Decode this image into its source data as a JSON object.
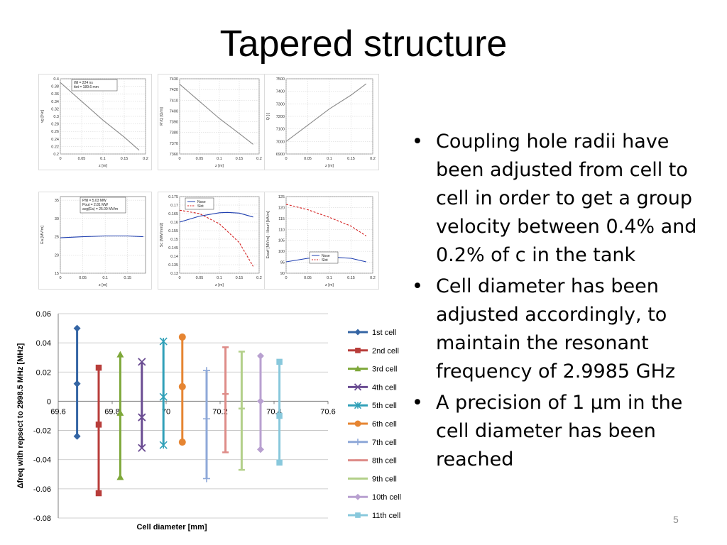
{
  "slide": {
    "title": "Tapered structure",
    "page_number": "5",
    "bullets": [
      "Coupling hole radii have been adjusted from cell to cell in order to get a group velocity between 0.4% and 0.2% of c in the tank",
      "Cell diameter has been adjusted accordingly, to maintain the resonant frequency of 2.9985 GHz",
      "A precision of 1 µm in the cell diameter has been reached"
    ],
    "bullet_glyph": "•"
  },
  "colors": {
    "mini_line": "#8a8a8a",
    "nose": "#1f3fb0",
    "slot": "#d42020",
    "grid": "#cfcfcf"
  },
  "chart_data": [
    {
      "type": "line",
      "id": "mini-1",
      "xlabel": "z [m]",
      "ylabel": "vg [%c]",
      "xlim": [
        0,
        0.2
      ],
      "ylim": [
        0.2,
        0.4
      ],
      "xticks": [
        "0",
        "0.05",
        "0.1",
        "0.15",
        "0.2"
      ],
      "yticks": [
        "0.2",
        "0.22",
        "0.24",
        "0.26",
        "0.28",
        "0.3",
        "0.32",
        "0.34",
        "0.36",
        "0.38",
        "0.4"
      ],
      "annotation": [
        "tfill = 224 ns",
        "ttot = 189.6 mm"
      ],
      "series": [
        {
          "x": [
            0,
            0.05,
            0.1,
            0.15,
            0.185
          ],
          "y": [
            0.39,
            0.34,
            0.29,
            0.245,
            0.21
          ]
        }
      ]
    },
    {
      "type": "line",
      "id": "mini-2",
      "xlabel": "z [m]",
      "ylabel": "R'/Q [Ω/m]",
      "xlim": [
        0,
        0.2
      ],
      "ylim": [
        7360,
        7430
      ],
      "xticks": [
        "0",
        "0.05",
        "0.1",
        "0.15",
        "0.2"
      ],
      "yticks": [
        "7360",
        "7370",
        "7380",
        "7390",
        "7400",
        "7410",
        "7420",
        "7430"
      ],
      "series": [
        {
          "x": [
            0,
            0.05,
            0.1,
            0.15,
            0.185
          ],
          "y": [
            7425,
            7409,
            7393,
            7379,
            7369
          ]
        }
      ]
    },
    {
      "type": "line",
      "id": "mini-3",
      "xlabel": "z [m]",
      "ylabel": "Q [-]",
      "xlim": [
        0,
        0.2
      ],
      "ylim": [
        6900,
        7500
      ],
      "xticks": [
        "0",
        "0.05",
        "0.1",
        "0.15",
        "0.2"
      ],
      "yticks": [
        "6900",
        "7000",
        "7100",
        "7200",
        "7300",
        "7400",
        "7500"
      ],
      "series": [
        {
          "x": [
            0,
            0.05,
            0.1,
            0.15,
            0.185
          ],
          "y": [
            7000,
            7130,
            7260,
            7370,
            7460
          ]
        }
      ]
    },
    {
      "type": "line",
      "id": "mini-4",
      "xlabel": "z [m]",
      "ylabel": "Ea [MV/m]",
      "xlim": [
        0,
        0.19
      ],
      "ylim": [
        15,
        36
      ],
      "xticks": [
        "0",
        "0.05",
        "0.1",
        "0.15"
      ],
      "yticks": [
        "15",
        "20",
        "25",
        "30",
        "35"
      ],
      "annotation": [
        "Pfill = 5.03 MW",
        "Pout = 2.81 MW",
        "avg(Ea) = 25.00 MV/m"
      ],
      "series": [
        {
          "x": [
            0,
            0.05,
            0.1,
            0.15,
            0.185
          ],
          "y": [
            24.7,
            25.0,
            25.2,
            25.2,
            25.0
          ],
          "color": "nose"
        }
      ]
    },
    {
      "type": "line",
      "id": "mini-5",
      "xlabel": "z [m]",
      "ylabel": "Sc [MW/mm2]",
      "xlim": [
        0,
        0.2
      ],
      "ylim": [
        0.13,
        0.175
      ],
      "xticks": [
        "0",
        "0.05",
        "0.1",
        "0.15",
        "0.2"
      ],
      "yticks": [
        "0.13",
        "0.135",
        "0.14",
        "0.145",
        "0.15",
        "0.155",
        "0.16",
        "0.165",
        "0.17",
        "0.175"
      ],
      "legend": [
        "Nose",
        "Slot"
      ],
      "series": [
        {
          "name": "Nose",
          "x": [
            0,
            0.05,
            0.1,
            0.12,
            0.15,
            0.185
          ],
          "y": [
            0.16,
            0.1635,
            0.1655,
            0.1657,
            0.1653,
            0.163
          ],
          "color": "nose"
        },
        {
          "name": "Slot",
          "x": [
            0,
            0.05,
            0.1,
            0.15,
            0.185
          ],
          "y": [
            0.167,
            0.165,
            0.159,
            0.148,
            0.134
          ],
          "color": "slot",
          "dashed": true
        }
      ]
    },
    {
      "type": "line",
      "id": "mini-6",
      "xlabel": "z [m]",
      "ylabel": "Esurf [MV/m] - Hsurf [kA/m]",
      "xlim": [
        0,
        0.2
      ],
      "ylim": [
        90,
        125
      ],
      "xticks": [
        "0",
        "0.05",
        "0.1",
        "0.15",
        "0.2"
      ],
      "yticks": [
        "90",
        "95",
        "100",
        "105",
        "110",
        "115",
        "120",
        "125"
      ],
      "legend": [
        "Nose",
        "Slot"
      ],
      "series": [
        {
          "name": "Nose",
          "x": [
            0,
            0.05,
            0.1,
            0.15,
            0.185
          ],
          "y": [
            95.2,
            96.8,
            97.4,
            96.8,
            95.2
          ],
          "color": "nose"
        },
        {
          "name": "Slot",
          "x": [
            0,
            0.05,
            0.1,
            0.15,
            0.185
          ],
          "y": [
            121.5,
            119,
            115.5,
            111.5,
            107
          ],
          "color": "slot",
          "dashed": true
        }
      ]
    },
    {
      "type": "line",
      "id": "main",
      "xlabel": "Cell diameter [mm]",
      "ylabel": "Δfreq with repsect to 2998.5 MHz [MHz]",
      "xlim": [
        69.6,
        70.6
      ],
      "ylim": [
        -0.08,
        0.06
      ],
      "xticks": [
        "69.6",
        "69.8",
        "70",
        "70.2",
        "70.4",
        "70.6"
      ],
      "yticks": [
        "-0.08",
        "-0.06",
        "-0.04",
        "-0.02",
        "0",
        "0.02",
        "0.04",
        "0.06"
      ],
      "grid": true,
      "legend_position": "right",
      "series": [
        {
          "name": "1st cell",
          "marker": "diamond",
          "color": "#3465a4",
          "x": [
            69.67,
            69.67,
            69.67
          ],
          "y": [
            0.05,
            0.012,
            -0.024
          ]
        },
        {
          "name": "2nd cell",
          "marker": "square",
          "color": "#b83d3a",
          "x": [
            69.75,
            69.75,
            69.75
          ],
          "y": [
            0.023,
            -0.016,
            -0.063
          ]
        },
        {
          "name": "3rd cell",
          "marker": "triangle",
          "color": "#7ea83a",
          "x": [
            69.83,
            69.83,
            69.83
          ],
          "y": [
            0.032,
            -0.008,
            -0.052
          ]
        },
        {
          "name": "4th cell",
          "marker": "x",
          "color": "#6a4c92",
          "x": [
            69.91,
            69.91,
            69.91
          ],
          "y": [
            0.027,
            -0.011,
            -0.032
          ]
        },
        {
          "name": "5th cell",
          "marker": "star",
          "color": "#30a0b8",
          "x": [
            69.99,
            69.99,
            69.99
          ],
          "y": [
            0.041,
            0.003,
            -0.03
          ]
        },
        {
          "name": "6th cell",
          "marker": "circle",
          "color": "#e68532",
          "x": [
            70.06,
            70.06,
            70.06
          ],
          "y": [
            0.044,
            0.01,
            -0.028
          ]
        },
        {
          "name": "7th cell",
          "marker": "plus",
          "color": "#8ea8d8",
          "x": [
            70.15,
            70.15,
            70.15
          ],
          "y": [
            0.021,
            -0.012,
            -0.053
          ]
        },
        {
          "name": "8th cell",
          "marker": "dash",
          "color": "#de8c88",
          "x": [
            70.22,
            70.22,
            70.22
          ],
          "y": [
            0.037,
            0.005,
            -0.035
          ]
        },
        {
          "name": "9th cell",
          "marker": "dash",
          "color": "#b3d08a",
          "x": [
            70.28,
            70.28,
            70.28
          ],
          "y": [
            0.034,
            -0.005,
            -0.047
          ]
        },
        {
          "name": "10th cell",
          "marker": "diamond",
          "color": "#b8a0d0",
          "x": [
            70.35,
            70.35,
            70.35
          ],
          "y": [
            0.031,
            0.0,
            -0.033
          ]
        },
        {
          "name": "11th cell",
          "marker": "square",
          "color": "#88c8dc",
          "x": [
            70.42,
            70.42,
            70.42
          ],
          "y": [
            0.027,
            -0.01,
            -0.042
          ]
        }
      ]
    }
  ]
}
